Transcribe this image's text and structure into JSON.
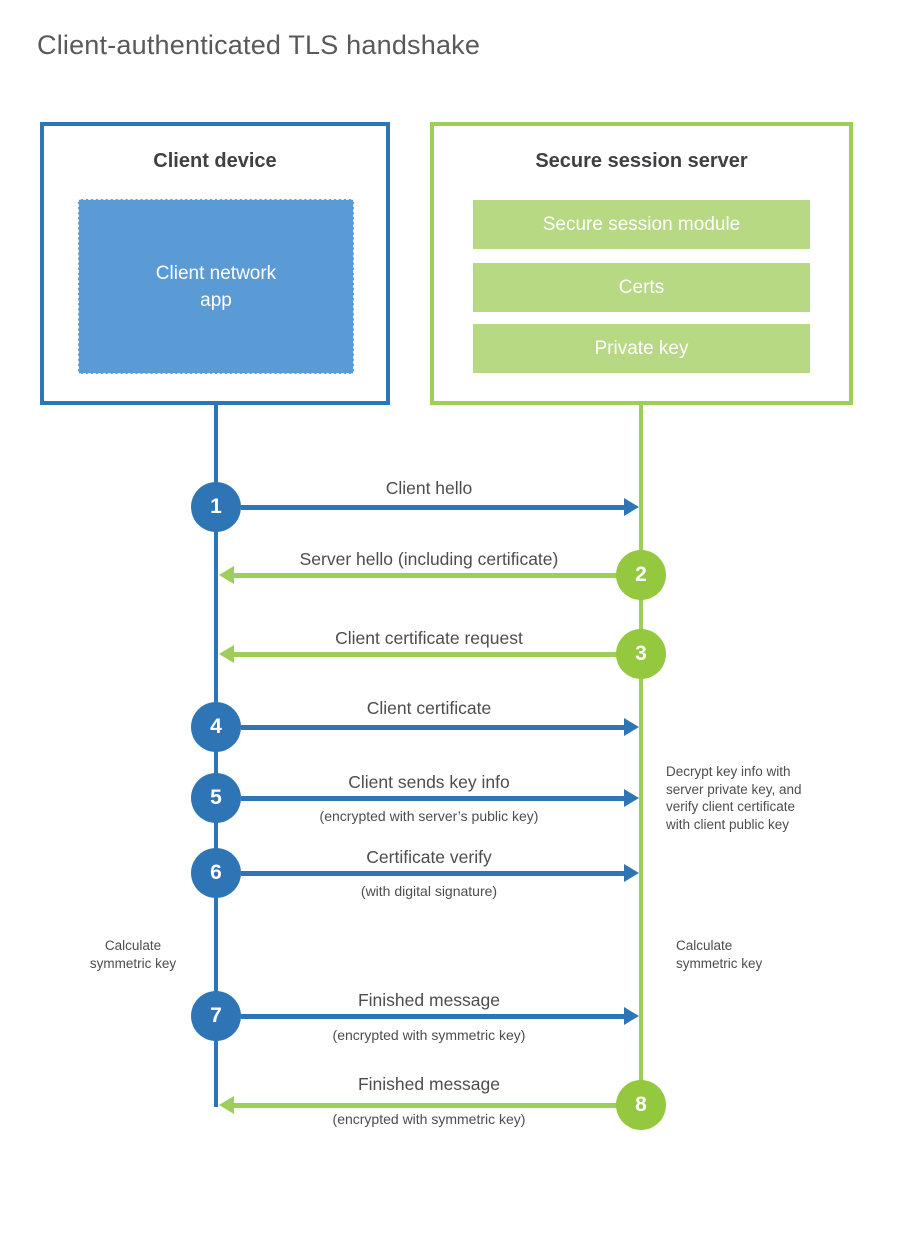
{
  "title": "Client-authenticated TLS handshake",
  "colors": {
    "blue": "#2e75b6",
    "blue_light": "#5b9bd5",
    "green_line": "#9dce5a",
    "green_circle": "#94c83e",
    "green_bar": "#b7d983",
    "heading_text": "#3f4043",
    "label_text": "#4d4d4f",
    "title_text": "#58595b"
  },
  "client": {
    "title": "Client device",
    "app_label": "Client network\napp"
  },
  "server": {
    "title": "Secure session server",
    "modules": [
      "Secure session module",
      "Certs",
      "Private key"
    ]
  },
  "messages": [
    {
      "step": "1",
      "from": "client",
      "direction": "right",
      "label": "Client hello"
    },
    {
      "step": "2",
      "from": "server",
      "direction": "left",
      "label": "Server hello (including certificate)"
    },
    {
      "step": "3",
      "from": "server",
      "direction": "left",
      "label": "Client certificate request"
    },
    {
      "step": "4",
      "from": "client",
      "direction": "right",
      "label": "Client certificate"
    },
    {
      "step": "5",
      "from": "client",
      "direction": "right",
      "label": "Client sends key info",
      "sublabel": "(encrypted with server’s public key)"
    },
    {
      "step": "6",
      "from": "client",
      "direction": "right",
      "label": "Certificate verify",
      "sublabel": "(with digital signature)"
    },
    {
      "step": "7",
      "from": "client",
      "direction": "right",
      "label": "Finished message",
      "sublabel": "(encrypted with symmetric key)"
    },
    {
      "step": "8",
      "from": "server",
      "direction": "left",
      "label": "Finished message",
      "sublabel": "(encrypted with symmetric key)"
    }
  ],
  "annotations": {
    "decrypt_note": "Decrypt key info with\nserver private key, and\nverify client certificate\nwith client public key",
    "calc_left": "Calculate\nsymmetric key",
    "calc_right": "Calculate\nsymmetric key"
  }
}
